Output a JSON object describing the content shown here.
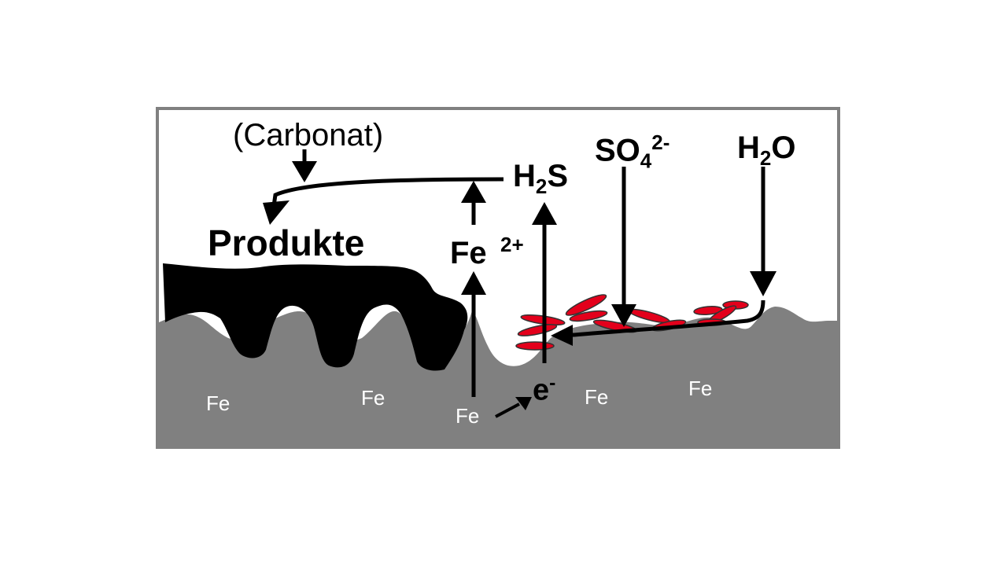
{
  "labels": {
    "carbonat": "(Carbonat)",
    "produkte": "Produkte",
    "h2s_main": "H",
    "h2s_sub": "2",
    "h2s_tail": "S",
    "fe_ion_main": "Fe",
    "fe_ion_charge": "2+",
    "so4_main": "SO",
    "so4_sub": "4",
    "so4_charge": "2-",
    "h2o_main": "H",
    "h2o_sub": "2",
    "h2o_tail": "O",
    "electron_main": "e",
    "electron_charge": "-",
    "fe_metal_1": "Fe",
    "fe_metal_2": "Fe",
    "fe_metal_3": "Fe",
    "fe_metal_4": "Fe",
    "fe_metal_5": "Fe"
  },
  "colors": {
    "frame": "#808080",
    "iron": "#808080",
    "corrosion_products": "#000000",
    "bacteria": "#e3001b",
    "arrows": "#000000",
    "fe_text": "#ffffff"
  }
}
